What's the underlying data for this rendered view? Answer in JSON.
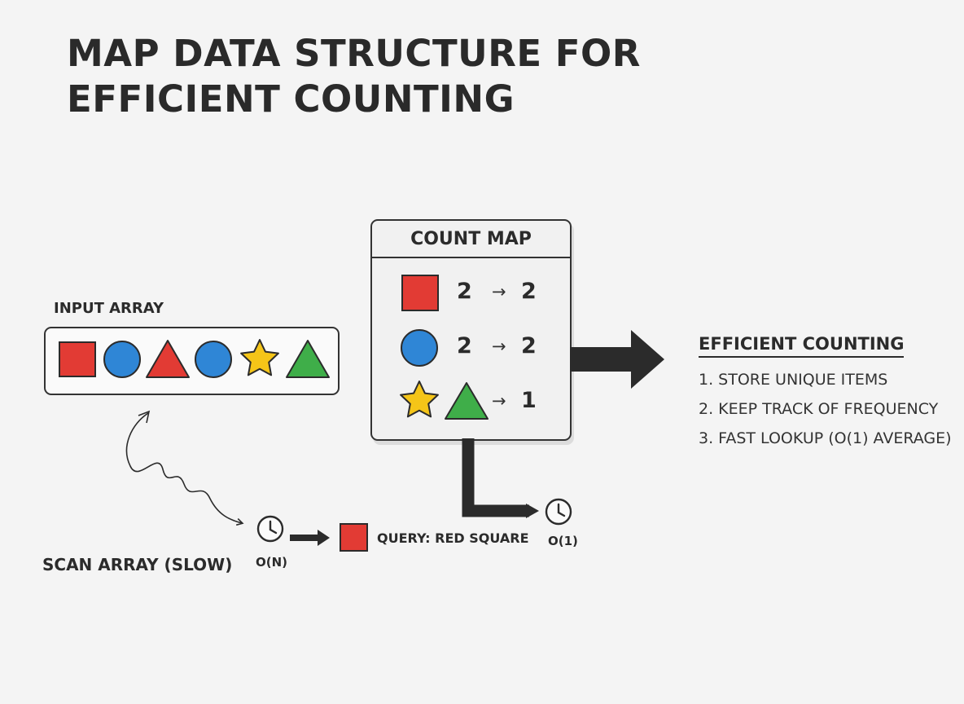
{
  "title": "MAP DATA STRUCTURE FOR EFFICIENT COUNTING",
  "input_array": {
    "label": "INPUT ARRAY",
    "shapes": [
      "red-square",
      "blue-circle",
      "red-triangle",
      "blue-circle",
      "yellow-star",
      "green-triangle"
    ]
  },
  "count_map": {
    "title": "COUNT MAP",
    "rows": [
      {
        "shapes": [
          "red-square"
        ],
        "count": "2",
        "arrow": "→",
        "result": "2"
      },
      {
        "shapes": [
          "blue-circle"
        ],
        "count": "2",
        "arrow": "→",
        "result": "2"
      },
      {
        "shapes": [
          "yellow-star",
          "green-triangle"
        ],
        "count": "",
        "arrow": "→",
        "result": "1"
      }
    ]
  },
  "efficient": {
    "title": "EFFICIENT COUNTING",
    "items": [
      "1. STORE UNIQUE ITEMS",
      "2. KEEP TRACK OF FREQUENCY",
      "3. FAST LOOKUP (O(1) AVERAGE)"
    ]
  },
  "scan": {
    "label": "SCAN ARRAY (SLOW)",
    "complexity": "O(N)"
  },
  "query": {
    "label": "QUERY: RED SQUARE"
  },
  "map_lookup": {
    "complexity": "O(1)"
  },
  "colors": {
    "red": "#e23b34",
    "blue": "#2f86d6",
    "yellow": "#f5c518",
    "green": "#3fae49",
    "ink": "#2b2b2b"
  }
}
